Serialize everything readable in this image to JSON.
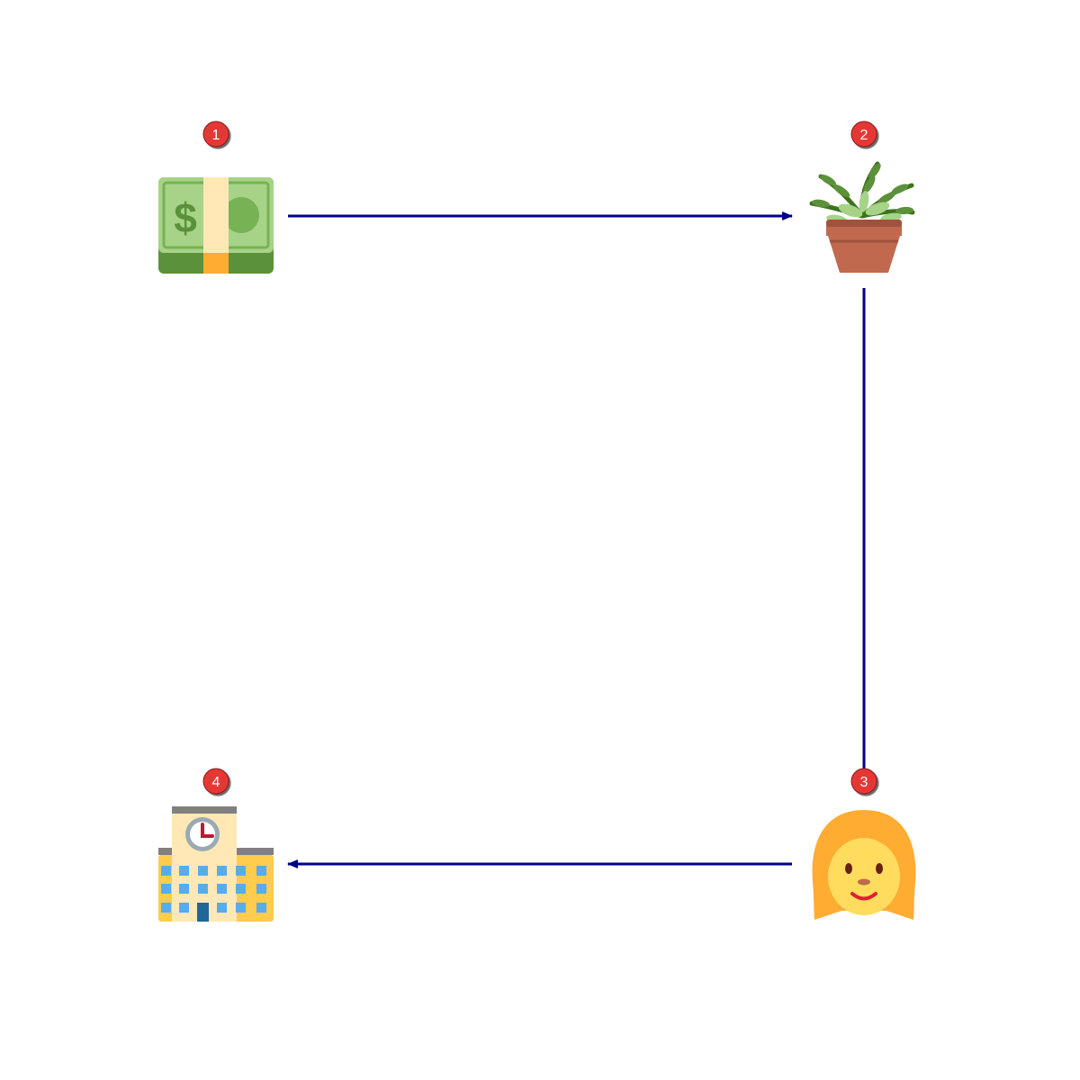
{
  "colors": {
    "edge": "#00008b",
    "badge_fill": "#e53935",
    "badge_text": "#ffffff"
  },
  "nodes": [
    {
      "id": "n1",
      "number": "1",
      "icon": "money-banknote-icon"
    },
    {
      "id": "n2",
      "number": "2",
      "icon": "potted-plant-icon"
    },
    {
      "id": "n3",
      "number": "3",
      "icon": "woman-icon"
    },
    {
      "id": "n4",
      "number": "4",
      "icon": "office-building-icon"
    }
  ],
  "edges": [
    {
      "from": "n1",
      "to": "n2",
      "arrowhead": "end"
    },
    {
      "from": "n2",
      "to": "n3",
      "arrowhead": "none"
    },
    {
      "from": "n3",
      "to": "n4",
      "arrowhead": "end"
    }
  ]
}
